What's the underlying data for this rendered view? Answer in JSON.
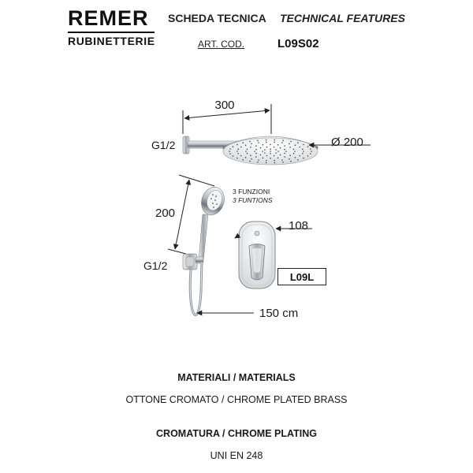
{
  "header": {
    "brand_name": "REMER",
    "brand_sub": "RUBINETTERIE",
    "sheet_title": "SCHEDA TECNICA",
    "sheet_title_en": "TECHNICAL FEATURES",
    "art_label": "ART. COD.",
    "art_code": "L09S02"
  },
  "drawing": {
    "dim_arm_length": "300",
    "dim_head_diameter": "Ø 200",
    "dim_thread_top": "G1/2",
    "dim_handshower_height": "200",
    "dim_thread_bottom": "G1/2",
    "functions_it": "3 FUNZIONI",
    "functions_en": "3 FUNTIONS",
    "dim_plate": "108",
    "model_code": "L09L",
    "dim_hose": "150 cm"
  },
  "materials": {
    "title": "MATERIALI / MATERIALS",
    "value": "OTTONE CROMATO / CHROME PLATED BRASS"
  },
  "chrome": {
    "title": "CROMATURA / CHROME PLATING",
    "value": "UNI EN 248"
  },
  "colors": {
    "chrome_dark": "#8a8f95",
    "chrome_light": "#eef0f2",
    "line": "#222222"
  }
}
